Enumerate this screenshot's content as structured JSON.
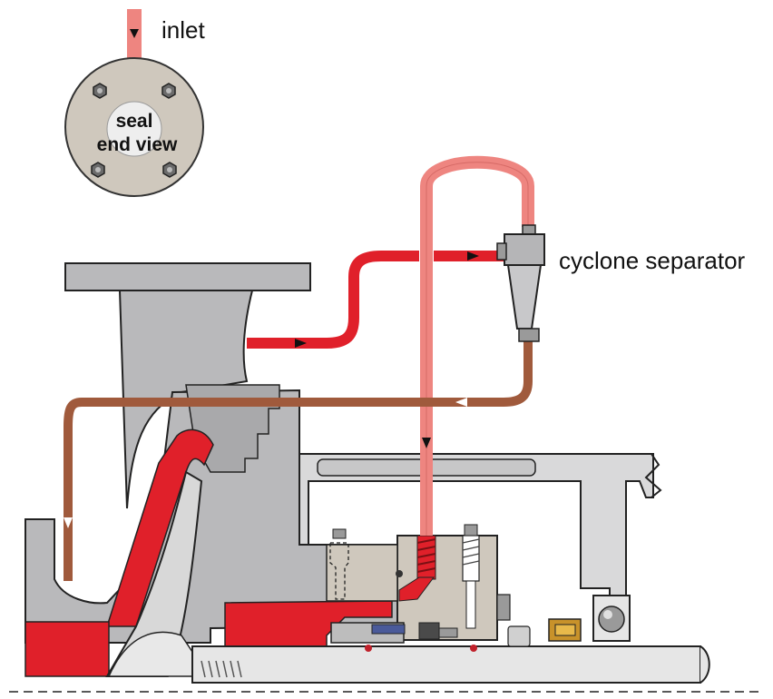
{
  "labels": {
    "inlet": "inlet",
    "cyclone": "cyclone separator",
    "seal_line1": "seal",
    "seal_line2": "end view"
  },
  "colors": {
    "pink_flow": "#ee8580",
    "red_flow": "#e0202a",
    "brown_flow": "#a05a3c",
    "casing_gray": "#b9b9bb",
    "casing_dark": "#7a7a7c",
    "seal_face": "#cfc8bd",
    "outline": "#222222",
    "white": "#ffffff"
  },
  "icons": {
    "arrow": "triangle-arrow-icon",
    "bolt": "hex-bolt-icon",
    "bearing": "ball-bearing-icon"
  }
}
